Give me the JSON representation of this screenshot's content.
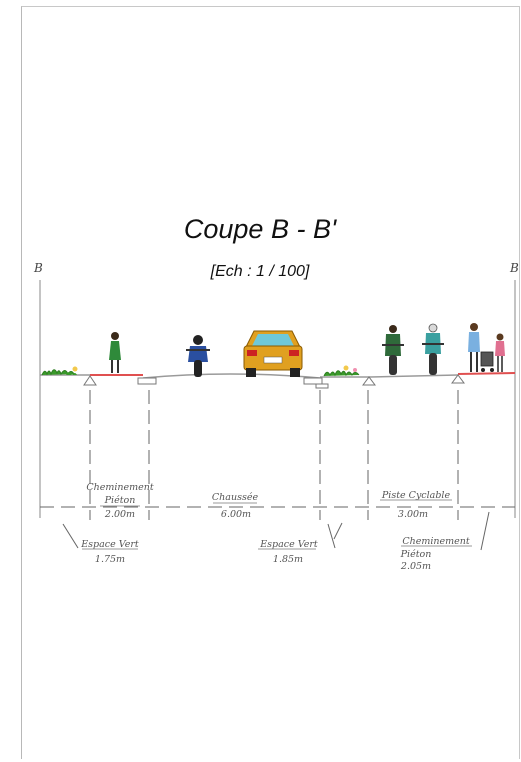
{
  "title": "Coupe B - B'",
  "scale": "[Ech : 1 / 100]",
  "section_marks": {
    "left": "B",
    "right": "B"
  },
  "segments": {
    "cheminement_pieton_1": {
      "label": "Cheminement Piéton",
      "line1": "Cheminement",
      "line2": "Piéton",
      "width": "2.00m"
    },
    "chaussee": {
      "label": "Chaussée",
      "width": "6.00m"
    },
    "piste_cyclable": {
      "label": "Piste Cyclable",
      "width": "3.00m"
    },
    "espace_vert_1": {
      "label": "Espace Vert",
      "width": "1.75m"
    },
    "espace_vert_2": {
      "label": "Espace Vert",
      "width": "1.85m"
    },
    "cheminement_pieton_2": {
      "label": "Cheminement Piéton",
      "line1": "Cheminement",
      "line2": "Piéton",
      "width": "2.05m"
    }
  },
  "colors": {
    "sidewalk_edge": "#e05050",
    "grass": "#3a9a2a",
    "car_body": "#e0a020",
    "car_window": "#6fc8d8",
    "line": "#777777"
  },
  "figures": [
    "pedestrian-woman",
    "motorcyclist",
    "car",
    "cyclist",
    "cyclist",
    "family-with-stroller"
  ]
}
